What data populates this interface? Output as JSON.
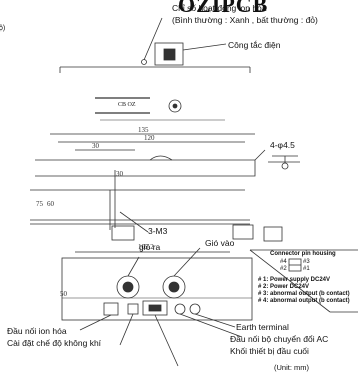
{
  "title": "OZIPCB",
  "partial_left": "ộ)",
  "labels": {
    "indicator_title": "Chỉ số hoạt động ion hóa",
    "indicator_sub": "(Bình thường : Xanh , bất thường : đỏ)",
    "power_switch": "Công tắc điện",
    "hole_spec": "4-φ4.5",
    "screw_spec": "3-M3",
    "air_out": "gió ra",
    "air_in": "Gió vào",
    "ion_connector": "Đầu nối ion hóa",
    "air_mode": "Cài đặt chế độ không khí",
    "earth_terminal": "Earth terminal",
    "ac_adapter": "Đầu nối bộ chuyển đổi AC",
    "terminal_block": "Khối thiết bị đầu cuối",
    "unit": "(Unit: mm)",
    "pcb_name": "CB OZ"
  },
  "dimensions": {
    "d135": "135",
    "d120": "120",
    "d30": "30",
    "d30v": "30",
    "d75": "75",
    "d60": "60",
    "d105": "105.2",
    "d50": "50"
  },
  "connector_box": {
    "title": "Connector pin housing",
    "pins": [
      "#4",
      "#3",
      "#2",
      "#1"
    ],
    "lines": [
      "# 1: Power supply DC24V",
      "# 2: Power DC24V",
      "# 3: abnormal output (b contact)",
      "# 4: abnormal output (b contact)"
    ]
  }
}
